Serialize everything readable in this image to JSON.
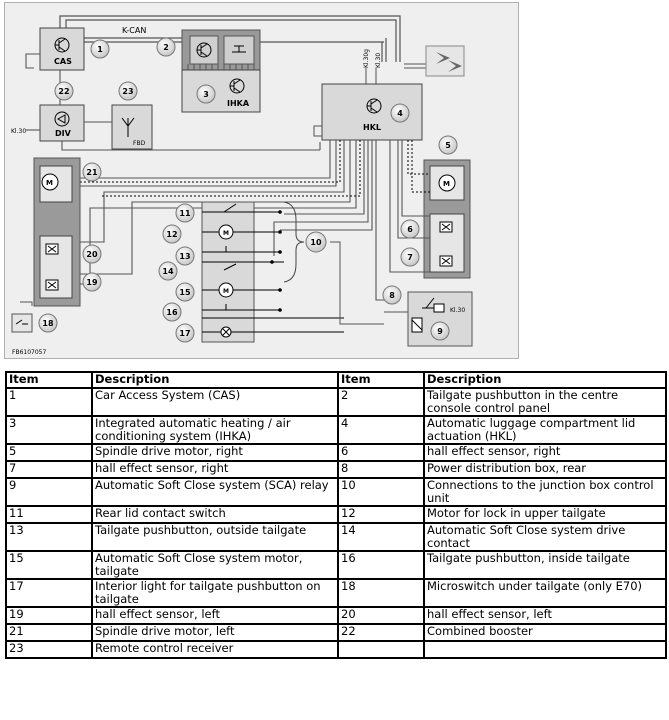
{
  "diagram": {
    "bus_label": "K-CAN",
    "modules": {
      "cas": "CAS",
      "ihka": "IHKA",
      "hkl": "HKL",
      "div": "DIV",
      "fbd": "FBD"
    },
    "terminals": {
      "kl30_left": "Kl.30",
      "kl30g_top": "Kl.30g",
      "kl30_top": "Kl.30",
      "kl30_right": "Kl.30"
    },
    "figure_id": "FB6107057",
    "callouts": [
      "1",
      "2",
      "3",
      "4",
      "5",
      "6",
      "7",
      "8",
      "9",
      "10",
      "11",
      "12",
      "13",
      "14",
      "15",
      "16",
      "17",
      "18",
      "19",
      "20",
      "21",
      "22",
      "23"
    ],
    "m_symbol": "M"
  },
  "legend": {
    "headers": {
      "item": "Item",
      "description": "Description",
      "item2": "Item",
      "description2": "Description"
    },
    "rows": [
      {
        "item": "1",
        "description": "Car Access System (CAS)",
        "item2": "2",
        "description2": "Tailgate pushbutton in the centre console control panel"
      },
      {
        "item": "3",
        "description": "Integrated automatic heating / air conditioning system (IHKA)",
        "item2": "4",
        "description2": "Automatic luggage compartment lid actuation (HKL)"
      },
      {
        "item": "5",
        "description": "Spindle drive motor, right",
        "item2": "6",
        "description2": "hall effect sensor, right"
      },
      {
        "item": "7",
        "description": "hall effect sensor, right",
        "item2": "8",
        "description2": "Power distribution box, rear"
      },
      {
        "item": "9",
        "description": "Automatic Soft Close system (SCA) relay",
        "item2": "10",
        "description2": "Connections to the junction box control unit"
      },
      {
        "item": "11",
        "description": "Rear lid contact switch",
        "item2": "12",
        "description2": "Motor for lock in upper tailgate"
      },
      {
        "item": "13",
        "description": "Tailgate pushbutton, outside tailgate",
        "item2": "14",
        "description2": "Automatic Soft Close system drive contact"
      },
      {
        "item": "15",
        "description": "Automatic Soft Close system motor, tailgate",
        "item2": "16",
        "description2": "Tailgate pushbutton, inside tailgate"
      },
      {
        "item": "17",
        "description": "Interior light for tailgate pushbutton on tailgate",
        "item2": "18",
        "description2": "Microswitch under tailgate (only E70)"
      },
      {
        "item": "19",
        "description": "hall effect sensor, left",
        "item2": "20",
        "description2": "hall effect sensor, left"
      },
      {
        "item": "21",
        "description": "Spindle drive motor, left",
        "item2": "22",
        "description2": "Combined booster"
      },
      {
        "item": "23",
        "description": "Remote control receiver",
        "item2": "",
        "description2": ""
      }
    ]
  }
}
